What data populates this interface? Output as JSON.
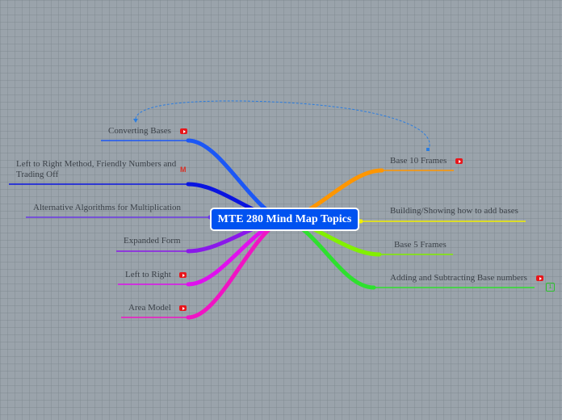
{
  "center": {
    "title": "MTE 280 Mind Map Topics",
    "color": "#0052f0"
  },
  "left_topics": [
    {
      "label": "Converting Bases",
      "icon": "youtube-icon",
      "color": "#1c57f5"
    },
    {
      "label": "Left to Right Method, Friendly Numbers and Trading Off",
      "icon": "gmail-icon",
      "color": "#0a14e0"
    },
    {
      "label": "Alternative Algorithms for Multiplication",
      "icon": "",
      "color": "#6a38e6"
    },
    {
      "label": "Expanded Form",
      "icon": "",
      "color": "#8a18ea"
    },
    {
      "label": "Left to Right",
      "icon": "youtube-icon",
      "color": "#e010ee"
    },
    {
      "label": "Area Model",
      "icon": "youtube-icon",
      "color": "#f014c4"
    }
  ],
  "right_topics": [
    {
      "label": "Base 10 Frames",
      "icon": "youtube-icon",
      "color": "#ff9600"
    },
    {
      "label": "Building/Showing how to add bases",
      "icon": "",
      "color": "#f2f000"
    },
    {
      "label": "Base 5 Frames",
      "icon": "",
      "color": "#82f000"
    },
    {
      "label": "Adding and Subtracting Base numbers",
      "icon": "youtube-icon",
      "color": "#2ee02e",
      "badge": "1"
    }
  ],
  "relationship": {
    "style": "dashed",
    "color": "#2a7de0"
  }
}
